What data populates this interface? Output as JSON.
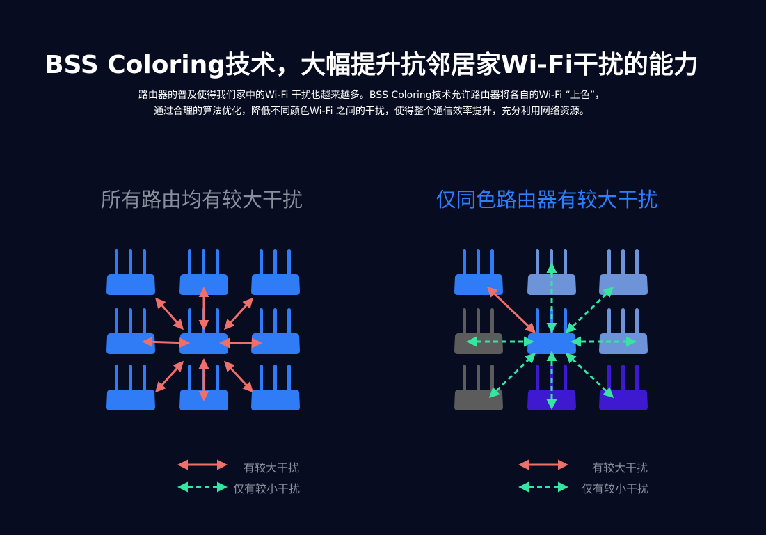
{
  "header": {
    "title": "BSS Coloring技术，大幅提升抗邻居家Wi-Fi干扰的能力",
    "subtitle_line1": "路由器的普及使得我们家中的Wi-Fi 干扰也越来越多。BSS Coloring技术允许路由器将各自的Wi-Fi “上色”，",
    "subtitle_line2": "通过合理的算法优化，降低不同颜色Wi-Fi 之间的干扰，使得整个通信效率提升，充分利用网络资源。"
  },
  "left_panel": {
    "heading": "所有路由均有较大干扰",
    "router_colors": [
      "blue",
      "blue",
      "blue",
      "blue",
      "blue",
      "blue",
      "blue",
      "blue",
      "blue"
    ],
    "legend_strong": "有较大干扰",
    "legend_weak": "仅有较小干扰"
  },
  "right_panel": {
    "heading": "仅同色路由器有较大干扰",
    "router_colors": [
      "blue",
      "lightblue",
      "lightblue",
      "gray",
      "blue",
      "lightblue",
      "gray",
      "purple",
      "purple"
    ],
    "legend_strong": "有较大干扰",
    "legend_weak": "仅有较小干扰"
  },
  "colors": {
    "background": "#080c20",
    "blue": "#2f7cf6",
    "lightblue": "#6d94d8",
    "gray": "#5c5c5c",
    "purple": "#3d19cf",
    "strong_arrow": "#ef6f6b",
    "weak_arrow": "#35e5a0",
    "heading_gray": "#8a8f9e",
    "heading_blue": "#2c7fff"
  },
  "icons": [
    "router-icon",
    "double-arrow-icon",
    "dashed-double-arrow-icon"
  ]
}
